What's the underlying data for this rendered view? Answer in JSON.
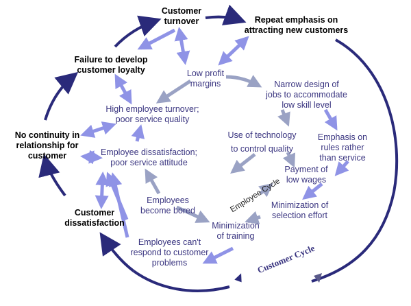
{
  "diagram": {
    "outer_nodes": {
      "customer_turnover": "Customer\nturnover",
      "repeat_emphasis": "Repeat emphasis on\nattracting new customers",
      "failure_loyalty": "Failure to develop\ncustomer loyalty",
      "no_continuity": "No continuity in\nrelationship for\ncustomer",
      "customer_dissatisfaction": "Customer\ndissatisfaction"
    },
    "inner_nodes": {
      "low_profit": "Low profit\nmargins",
      "narrow_design": "Narrow design of\njobs to accommodate\nlow skill level",
      "use_technology": "Use of technology\nto control quality",
      "emphasis_rules": "Emphasis on\nrules rather\nthan service",
      "payment_wages": "Payment of\nlow wages",
      "minimization_selection": "Minimization of\nselection effort",
      "minimization_training": "Minimization\nof training",
      "employees_bored": "Employees\nbecome bored",
      "employee_dissatisfaction": "Employee dissatisfaction;\npoor service attitude",
      "high_turnover": "High employee turnover;\npoor service quality",
      "cant_respond": "Employees can't\nrespond to customer\nproblems"
    },
    "cycle_labels": {
      "employee_cycle": "Employee Cycle",
      "customer_cycle": "Customer Cycle"
    },
    "colors": {
      "outer_ring": "#2a2a7a",
      "arrow_light": "#8f93e6",
      "arrow_gray": "#9aa2c4",
      "outer_text": "#000000",
      "inner_text": "#3a3580"
    }
  }
}
